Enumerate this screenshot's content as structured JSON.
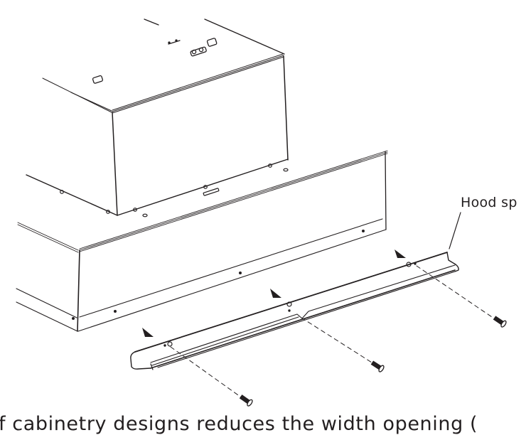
{
  "page": {
    "type": "installation-manual-page",
    "background": "#ffffff",
    "ink_color": "#231f20"
  },
  "figure": {
    "description": "Exploded isometric line drawing: range hood body with hood spacer attached to the underside front using three screws",
    "parts": [
      "hood-upper-chimney-box",
      "hood-lower-body",
      "hood-spacer",
      "screw-left",
      "screw-middle",
      "screw-right"
    ],
    "arrow_markers": 3,
    "screws": 3
  },
  "callouts": {
    "hood_spacer_label": "Hood sp"
  },
  "text": {
    "body_line": "f cabinetry designs reduces the width opening ("
  }
}
